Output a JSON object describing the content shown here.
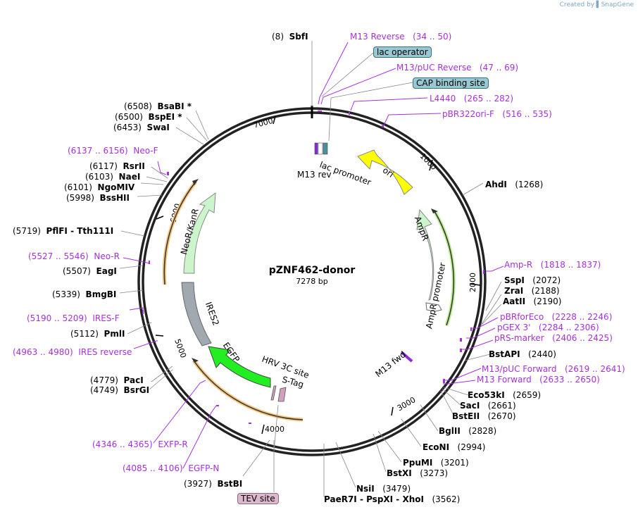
{
  "credit": {
    "prefix": "Created by",
    "brand": "SnapGene"
  },
  "plasmid": {
    "name": "pZNF462-donor",
    "length": "7278 bp"
  },
  "ticks": [
    "1000",
    "2000",
    "3000",
    "4000",
    "5000",
    "6000",
    "7000"
  ],
  "features": {
    "ori": "ori",
    "ampr": "AmpR",
    "ampr_promoter": "AmpR promoter",
    "neor": "NeoR/KanR",
    "ires2": "IRES2",
    "egfp": "EGFP",
    "hrv": "HRV 3C site",
    "stag": "S-Tag",
    "lac_promoter": "lac promoter",
    "m13rev": "M13 rev",
    "m13fwd": "M13 fwd"
  },
  "boxes": {
    "lac_operator": "lac operator",
    "cap": "CAP binding site",
    "tev": "TEV site"
  },
  "enzymes": [
    {
      "pos": "(8)",
      "name": "SbfI"
    },
    {
      "pos": "(1268)",
      "name": "AhdI"
    },
    {
      "pos": "(2072)",
      "name": "SspI"
    },
    {
      "pos": "(2188)",
      "name": "ZraI"
    },
    {
      "pos": "(2190)",
      "name": "AatII"
    },
    {
      "pos": "(2440)",
      "name": "BstAPI"
    },
    {
      "pos": "(2659)",
      "name": "Eco53kI"
    },
    {
      "pos": "(2661)",
      "name": "SacI"
    },
    {
      "pos": "(2670)",
      "name": "BstEII"
    },
    {
      "pos": "(2828)",
      "name": "BglII"
    },
    {
      "pos": "(2994)",
      "name": "EcoNI"
    },
    {
      "pos": "(3201)",
      "name": "PpuMI"
    },
    {
      "pos": "(3273)",
      "name": "BstXI"
    },
    {
      "pos": "(3479)",
      "name": "NsiI"
    },
    {
      "pos": "(3562)",
      "name": "PaeR7I  - PspXI  - XhoI"
    },
    {
      "pos": "(3927)",
      "name": "BstBI"
    },
    {
      "pos": "(4749)",
      "name": "BsrGI"
    },
    {
      "pos": "(4779)",
      "name": "PacI"
    },
    {
      "pos": "(5112)",
      "name": "PmlI"
    },
    {
      "pos": "(5339)",
      "name": "BmgBI"
    },
    {
      "pos": "(5507)",
      "name": "EagI"
    },
    {
      "pos": "(5719)",
      "name": "PflFI  - Tth111I"
    },
    {
      "pos": "(5998)",
      "name": "BssHII"
    },
    {
      "pos": "(6101)",
      "name": "NgoMIV"
    },
    {
      "pos": "(6103)",
      "name": "NaeI"
    },
    {
      "pos": "(6117)",
      "name": "RsrII"
    },
    {
      "pos": "(6453)",
      "name": "SwaI"
    },
    {
      "pos": "(6500)",
      "name": "BspEI *"
    },
    {
      "pos": "(6508)",
      "name": "BsaBI *"
    }
  ],
  "primers": [
    {
      "name": "M13 Reverse",
      "range": "(34 .. 50)"
    },
    {
      "name": "M13/pUC Reverse",
      "range": "(47 .. 69)"
    },
    {
      "name": "L4440",
      "range": "(265 .. 282)"
    },
    {
      "name": "pBR322ori-F",
      "range": "(516 .. 535)"
    },
    {
      "name": "Amp-R",
      "range": "(1818 .. 1837)"
    },
    {
      "name": "pBRforEco",
      "range": "(2228 .. 2246)"
    },
    {
      "name": "pGEX 3'",
      "range": "(2284 .. 2306)"
    },
    {
      "name": "pRS-marker",
      "range": "(2406 .. 2425)"
    },
    {
      "name": "M13/pUC Forward",
      "range": "(2619 .. 2641)"
    },
    {
      "name": "M13 Forward",
      "range": "(2633 .. 2650)"
    },
    {
      "name": "EGFP-N",
      "range": "(4085 .. 4106)"
    },
    {
      "name": "EXFP-R",
      "range": "(4346 .. 4365)"
    },
    {
      "name": "IRES reverse",
      "range": "(4963 .. 4980)"
    },
    {
      "name": "IRES-F",
      "range": "(5190 .. 5209)"
    },
    {
      "name": "Neo-R",
      "range": "(5527 .. 5546)"
    },
    {
      "name": "Neo-F",
      "range": "(6137 .. 6156)"
    }
  ],
  "colors": {
    "primer": "#a630e0",
    "ori": "#ffff00",
    "marker": "#ccffcc",
    "egfp": "#22ee22",
    "ires": "#a0a8b0",
    "orf_outline": "#f4c27a",
    "tag": "#d0a0bc"
  }
}
